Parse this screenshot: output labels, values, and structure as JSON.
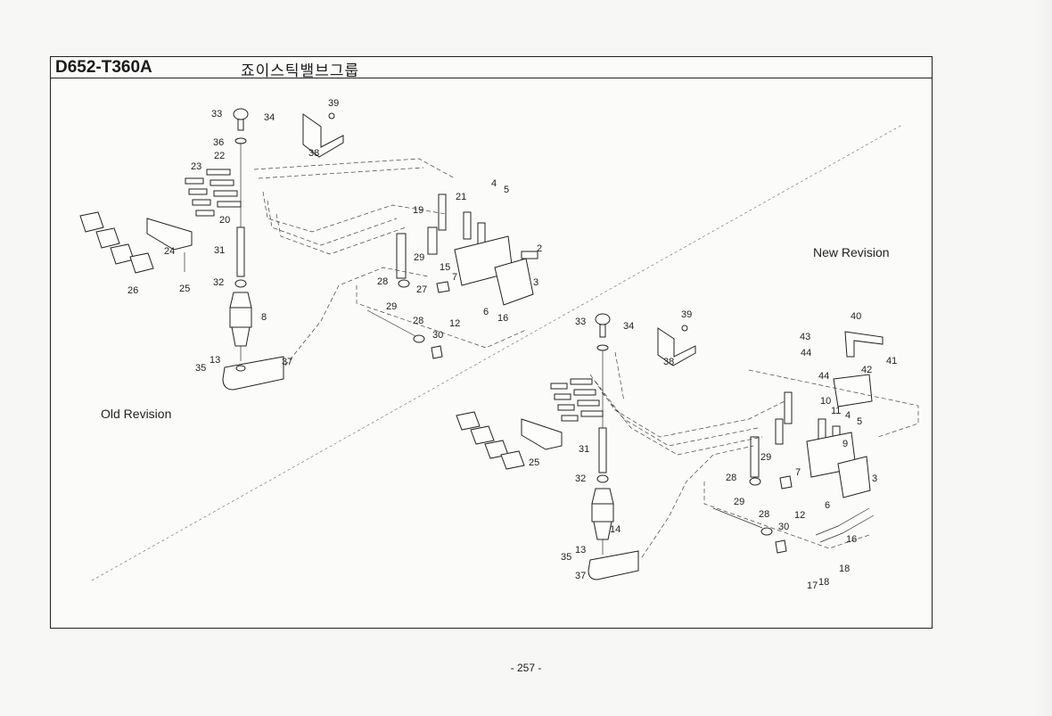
{
  "header": {
    "part_code": "D652-T360A",
    "group_title": "죠이스틱밸브그룹"
  },
  "revisions": {
    "old": "Old Revision",
    "new": "New Revision"
  },
  "page_number": "- 257 -",
  "callouts": {
    "old": [
      "33",
      "34",
      "39",
      "38",
      "36",
      "22",
      "23",
      "21",
      "4",
      "5",
      "19",
      "20",
      "2",
      "31",
      "24",
      "29",
      "26",
      "25",
      "15",
      "3",
      "28",
      "27",
      "7",
      "8",
      "32",
      "6",
      "29",
      "16",
      "12",
      "28",
      "30",
      "13",
      "35",
      "37"
    ],
    "new": [
      "33",
      "34",
      "39",
      "38",
      "40",
      "43",
      "44",
      "42",
      "41",
      "44",
      "10",
      "11",
      "4",
      "5",
      "9",
      "31",
      "25",
      "29",
      "7",
      "3",
      "28",
      "32",
      "6",
      "12",
      "29",
      "28",
      "30",
      "14",
      "13",
      "35",
      "16",
      "37",
      "18",
      "17",
      "18"
    ]
  },
  "colors": {
    "ink": "#222222",
    "paper": "#fbfbfa"
  }
}
